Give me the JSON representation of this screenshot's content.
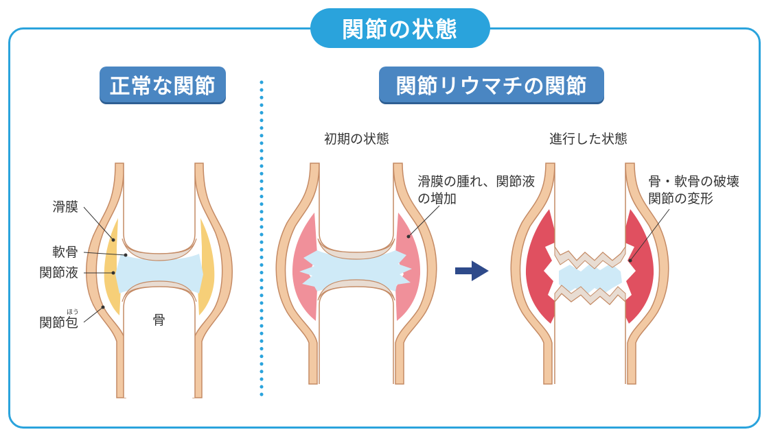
{
  "title": "関節の状態",
  "sections": {
    "normal": {
      "heading": "正常な関節"
    },
    "ra": {
      "heading": "関節リウマチの関節"
    }
  },
  "stages": {
    "early": "初期の状態",
    "advanced": "進行した状態"
  },
  "normal_labels": {
    "synovium": "滑膜",
    "cartilage": "軟骨",
    "fluid": "関節液",
    "capsule": "関節包",
    "capsule_ruby": "ほう",
    "bone": "骨"
  },
  "early_note": [
    "滑膜の腫れ、関節液",
    "の増加"
  ],
  "advanced_note": [
    "骨・軟骨の破壊",
    "関節の変形"
  ],
  "colors": {
    "frame": "#2aa3dc",
    "heading": "#4a86c2",
    "capsule_outline": "#c48a64",
    "synovium_normal": "#f6cf78",
    "synovium_inflamed": "#f0909a",
    "synovium_severe": "#e05060",
    "cartilage": "#e8dcd2",
    "fluid": "#cfeaf7",
    "arrow": "#2e4a8a",
    "divider": "#2aa3dc"
  }
}
